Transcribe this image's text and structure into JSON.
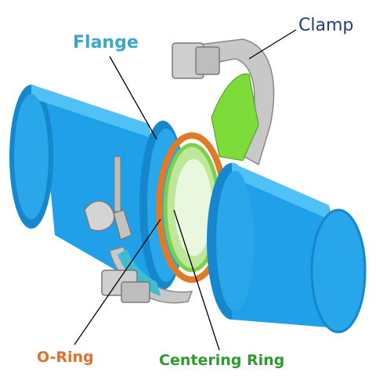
{
  "labels": {
    "flange": "Flange",
    "clamp": "Clamp",
    "o_ring": "O-Ring",
    "centering_ring": "Centering Ring"
  },
  "colors": {
    "flange_label": "#3aa8c8",
    "clamp_label": "#1f3f7a",
    "o_ring_label": "#e0702a",
    "centering_label": "#2e9a2e",
    "pipe": "#1fa0e8",
    "pipe_shadow": "#1687cc",
    "pipe_light": "#4fc1f7",
    "clamp_metal": "#c8c8c8",
    "clamp_inner": "#7ddc3a",
    "o_ring": "#e07a28",
    "centering": "#7ed04a",
    "leader": "#000000"
  }
}
